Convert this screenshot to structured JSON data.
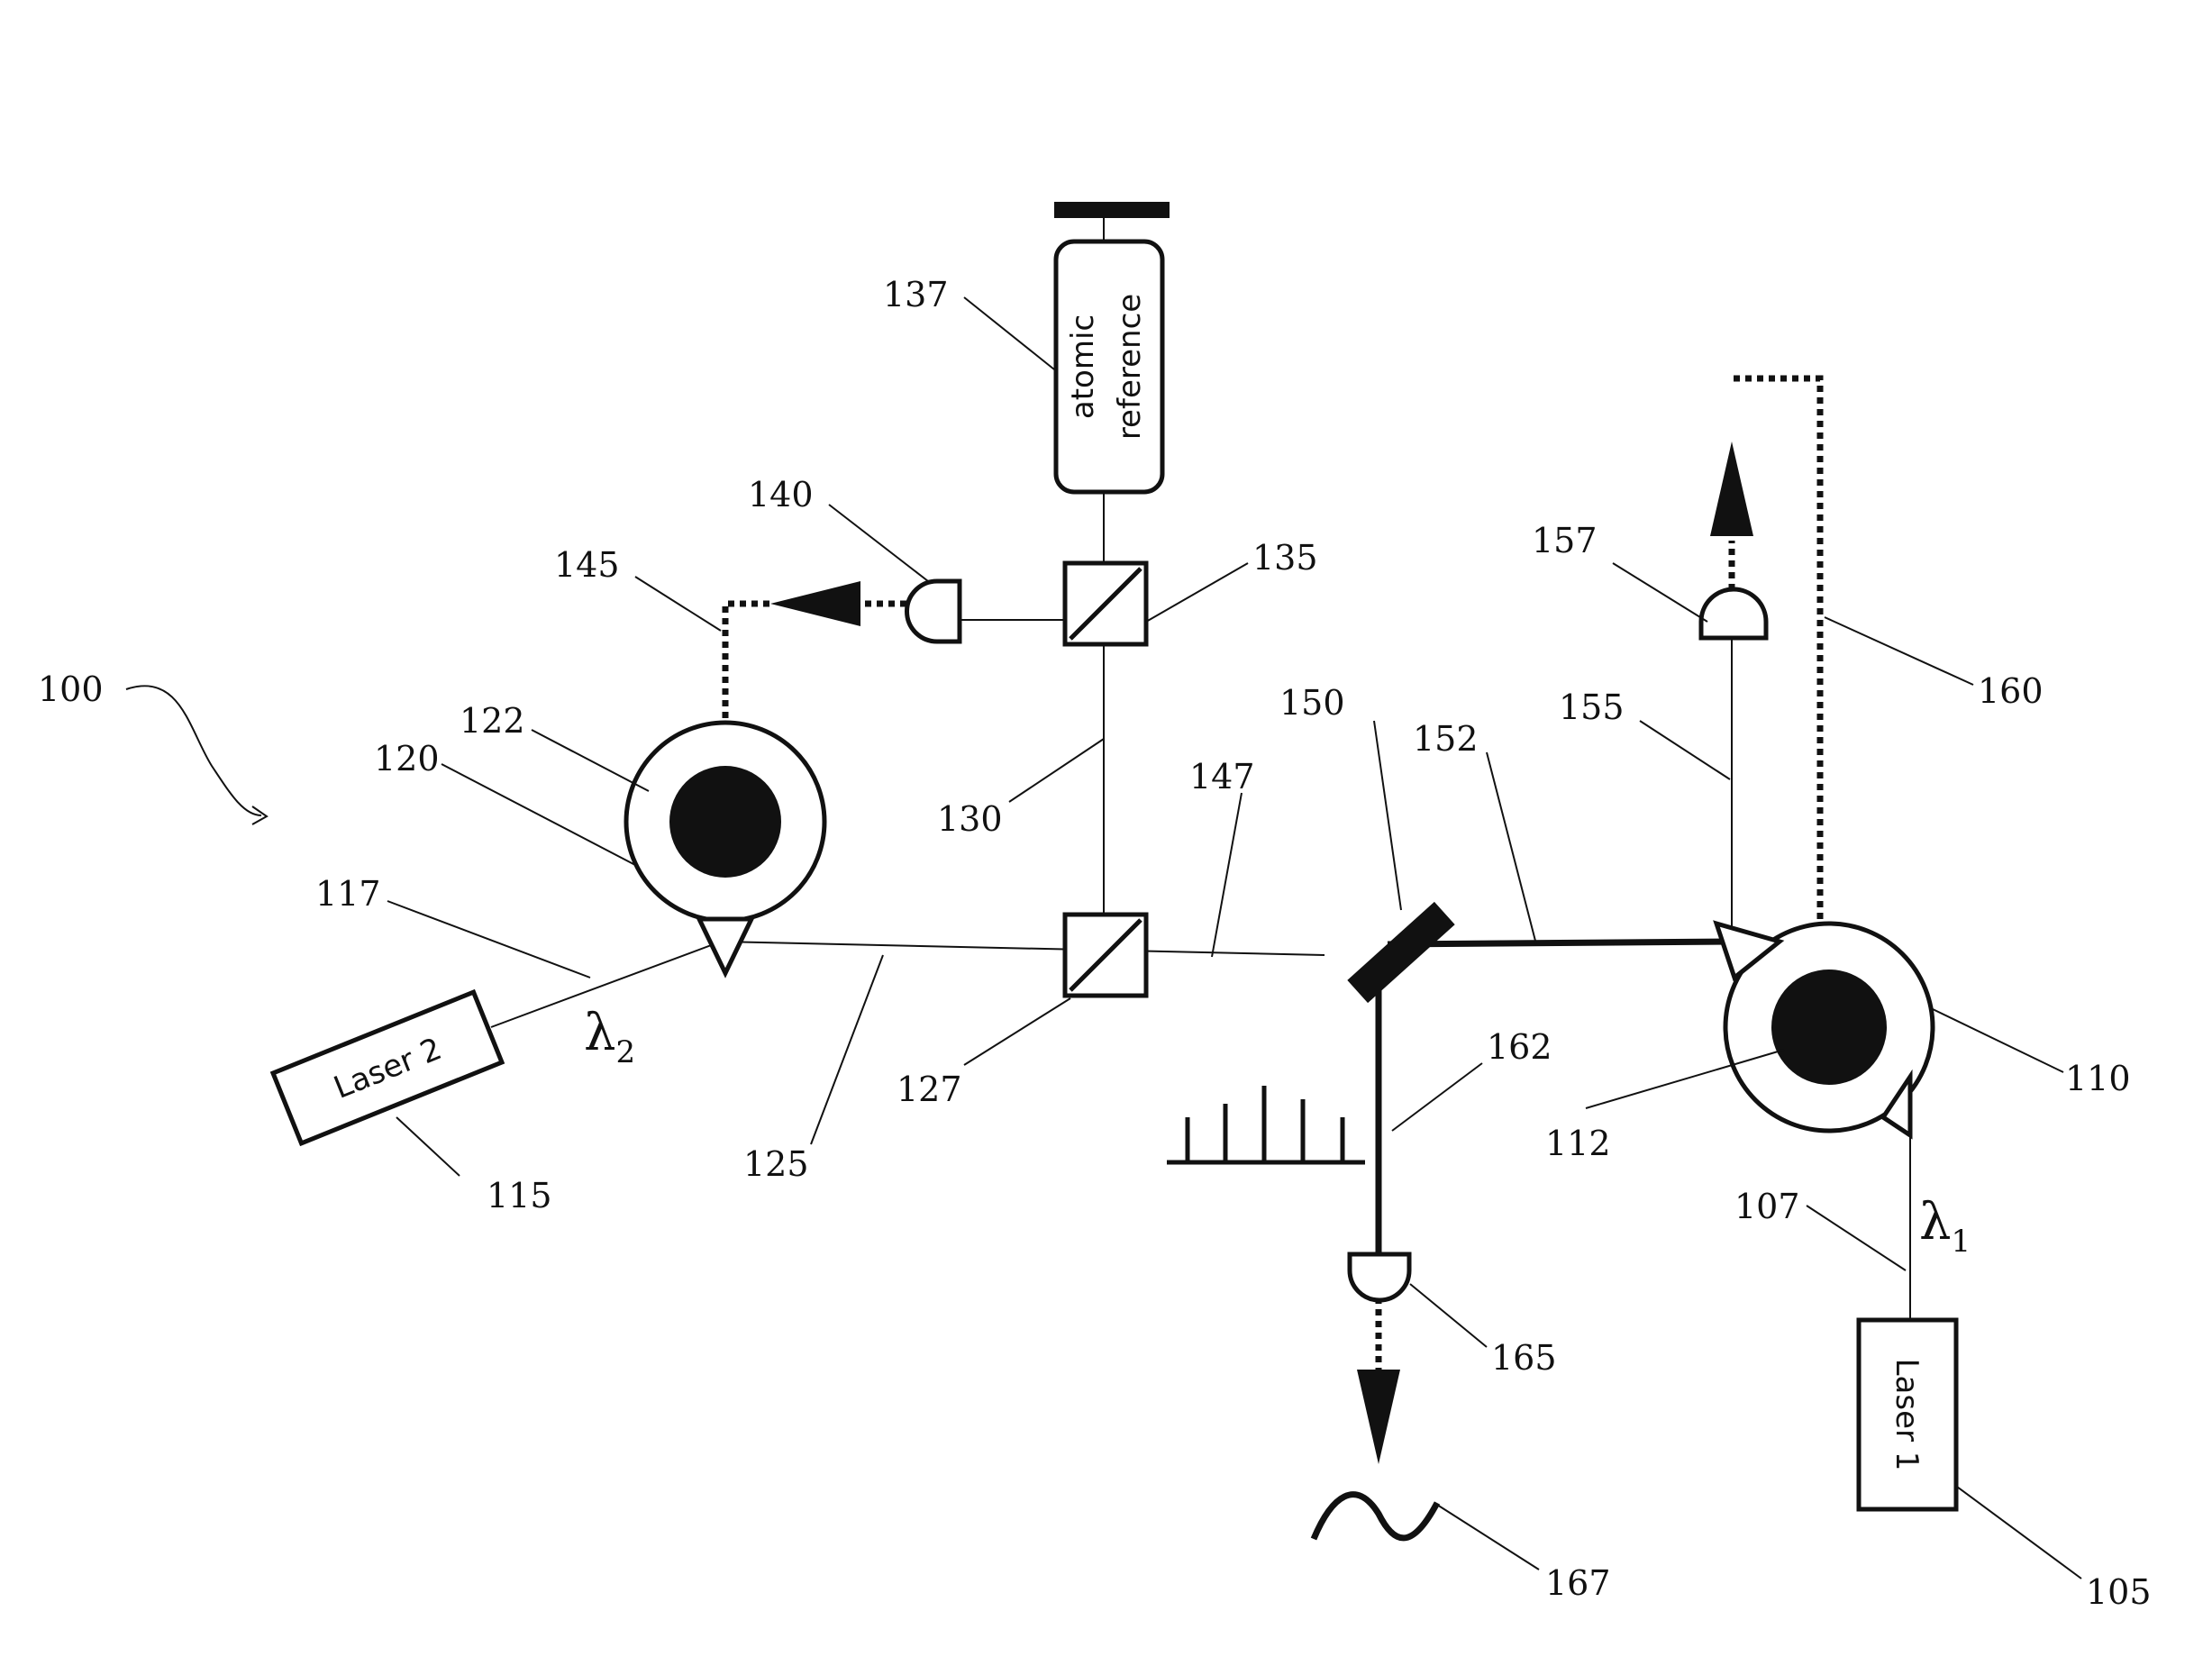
{
  "figure": {
    "labels": {
      "fig": "100",
      "laser1_ref": "105",
      "beam107": "107",
      "resonator110": "110",
      "cavity112": "112",
      "laser2_ref": "115",
      "beam117": "117",
      "resonator120": "120",
      "cavity122": "122",
      "beam125": "125",
      "bs127": "127",
      "beam130": "130",
      "bs135": "135",
      "cell137": "137",
      "det140": "140",
      "sig145": "145",
      "beam147": "147",
      "mirror150": "150",
      "beam152": "152",
      "beam155": "155",
      "det157": "157",
      "sig160": "160",
      "beam162": "162",
      "det165": "165",
      "out167": "167"
    },
    "laser1_text": "Laser 1",
    "laser2_text": "Laser 2",
    "atomic_line1": "atomic",
    "atomic_line2": "reference",
    "lambda1_symbol": "λ",
    "lambda1_sub": "1",
    "lambda2_symbol": "λ",
    "lambda2_sub": "2"
  }
}
